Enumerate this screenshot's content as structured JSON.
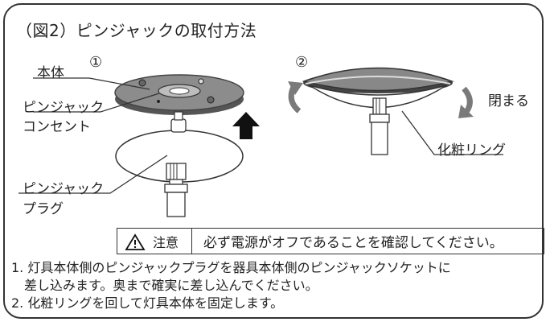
{
  "title": "（図2）ピンジャックの取付方法",
  "labels": {
    "step1_marker": "①",
    "step2_marker": "②",
    "body": "本体",
    "pinjack_outlet_line1": "ピンジャック",
    "pinjack_outlet_line2": "コンセント",
    "pinjack_plug_line1": "ピンジャック",
    "pinjack_plug_line2": "プラグ",
    "close": "閉まる",
    "cosmetic_ring": "化粧リング"
  },
  "caution": {
    "heading": "注意",
    "text": "必ず電源がオフであることを確認してください。"
  },
  "steps": [
    "1. 灯具本体側のピンジャックプラグを器具本体側のピンジャックソケットに",
    "　差し込みます。奥まで確実に差し込んでください。",
    "2. 化粧リングを回して灯具本体を固定します。"
  ]
}
